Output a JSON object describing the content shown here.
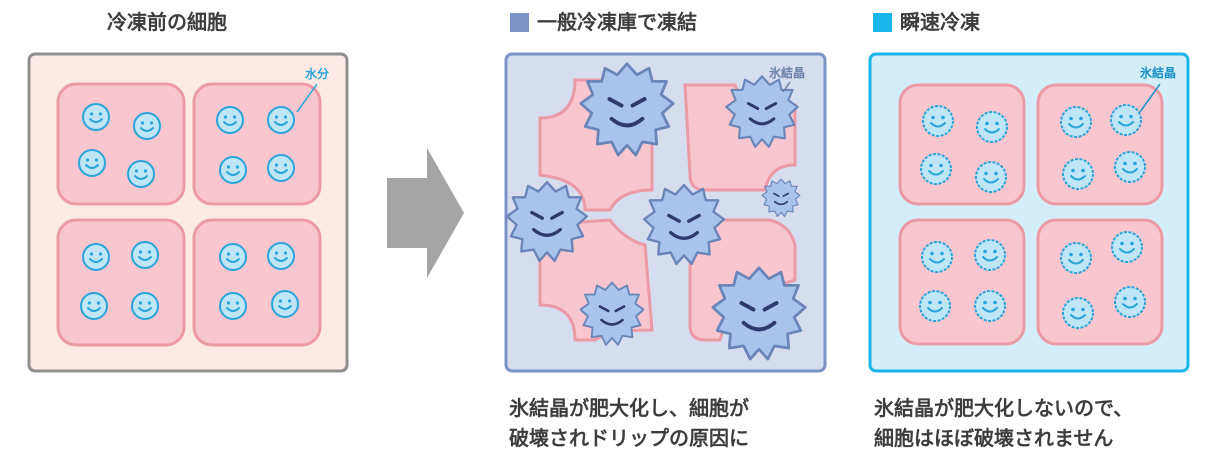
{
  "panels": {
    "before": {
      "title": "冷凍前の細胞",
      "label_water": "水分"
    },
    "normal": {
      "title": "一般冷凍庫で凍結",
      "label_ice": "氷結晶",
      "caption_line1": "氷結晶が肥大化し、細胞が",
      "caption_line2": "破壊されドリップの原因に"
    },
    "flash": {
      "title": "瞬速冷凍",
      "label_ice": "氷結晶",
      "caption_line1": "氷結晶が肥大化しないので、",
      "caption_line2": "細胞はほぼ破壊されません"
    }
  },
  "colors": {
    "normal_square": "#7b93c6",
    "flash_square": "#1ab5eb",
    "water_label": "#2aa4d8",
    "ice_label": "#6b7fa8",
    "flash_ice_label": "#1a8fc4"
  }
}
